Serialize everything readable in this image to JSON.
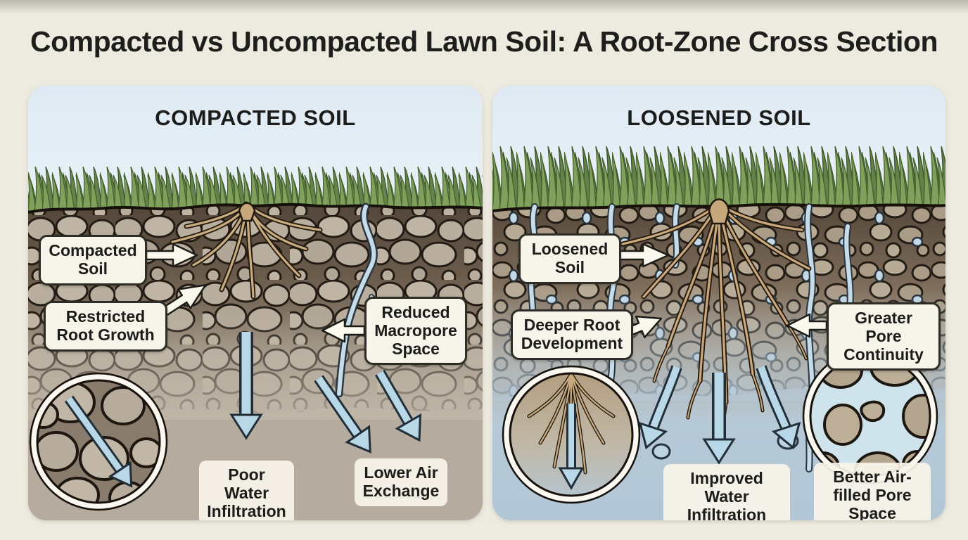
{
  "title": "Compacted vs Uncompacted Lawn Soil: A Root-Zone Cross Section",
  "panels": {
    "compacted": {
      "header": "COMPACTED SOIL",
      "callouts": {
        "soil": "Compacted Soil",
        "roots": "Restricted Root Growth",
        "pores": "Reduced Macropore Space"
      },
      "outcomes": {
        "water": "Poor Water Infiltration",
        "air": "Lower Air Exchange"
      }
    },
    "loosened": {
      "header": "LOOSENED SOIL",
      "callouts": {
        "soil": "Loosened Soil",
        "roots": "Deeper Root Development",
        "pores": "Greater Pore Continuity"
      },
      "outcomes": {
        "water": "Improved Water Infiltration",
        "air": "Better Air-filled Pore Space"
      }
    }
  },
  "colors": {
    "background": "#edeadf",
    "sky": "#e4eef6",
    "grass_green": "#7fa15c",
    "topsoil_dark": "#564838",
    "pebble_tan": "#b9ae9e",
    "subsoil": "#c0b7aa",
    "water_blue": "#c6dde9",
    "arrow_blue": "#b9d8e7",
    "label_background": "#f7f4ea",
    "label_border": "#2e2c27",
    "text": "#1c1c1a"
  }
}
